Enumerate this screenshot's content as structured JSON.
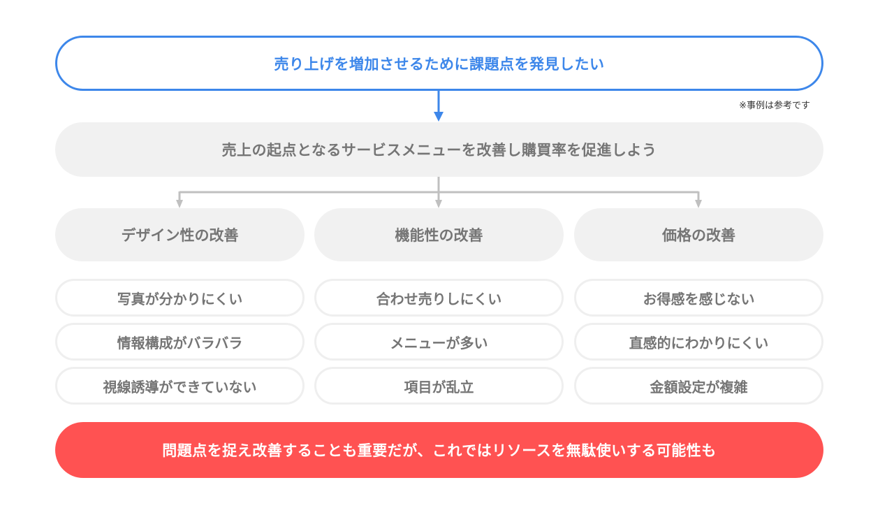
{
  "goal": {
    "text": "売り上げを増加させるために課題点を発見したい"
  },
  "note": {
    "text": "※事例は参考です"
  },
  "strategy": {
    "text": "売上の起点となるサービスメニューを改善し購買率を促進しよう"
  },
  "categories": [
    {
      "label": "デザイン性の改善",
      "issues": [
        "写真が分かりにくい",
        "情報構成がバラバラ",
        "視線誘導ができていない"
      ]
    },
    {
      "label": "機能性の改善",
      "issues": [
        "合わせ売りしにくい",
        "メニューが多い",
        "項目が乱立"
      ]
    },
    {
      "label": "価格の改善",
      "issues": [
        "お得感を感じない",
        "直感的にわかりにくい",
        "金額設定が複雑"
      ]
    }
  ],
  "conclusion": {
    "text": "問題点を捉え改善することも重要だが、これではリソースを無駄使いする可能性も"
  },
  "colors": {
    "accent_blue": "#3d87ea",
    "gray_box": "#f1f1f1",
    "gray_text": "#757575",
    "connector_gray": "#c0c0c0",
    "alert_red": "#ff5252"
  }
}
